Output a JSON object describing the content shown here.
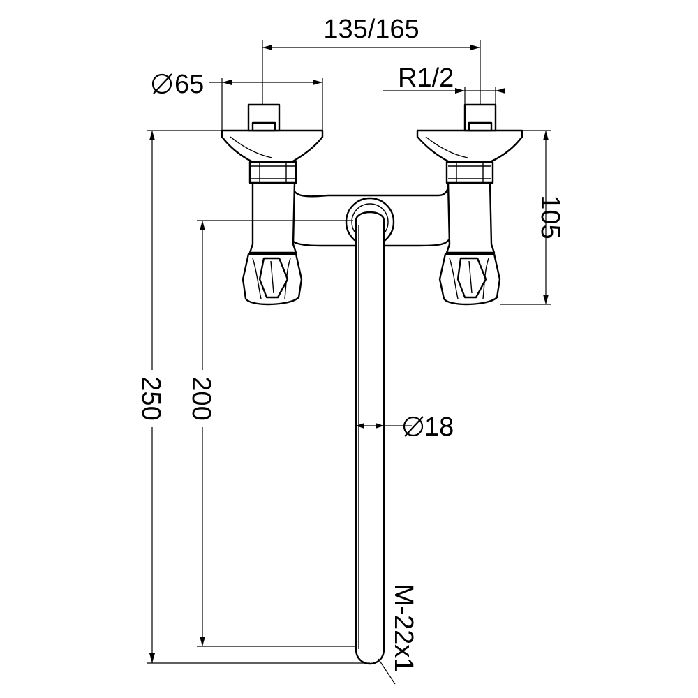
{
  "drawing": {
    "subject": "wall-mounted-mixer-tap",
    "line_color": "#000000",
    "background": "#ffffff",
    "dimensions": {
      "centers_spacing": "135/165",
      "flange_diameter": "65",
      "thread": "R1/2",
      "spout_diameter": "18",
      "height_body": "105",
      "spout_length": "200",
      "overall_height": "250",
      "spout_nozzle": "M-22x1"
    },
    "icons": {
      "diameter_symbol": "diameter-icon"
    }
  }
}
